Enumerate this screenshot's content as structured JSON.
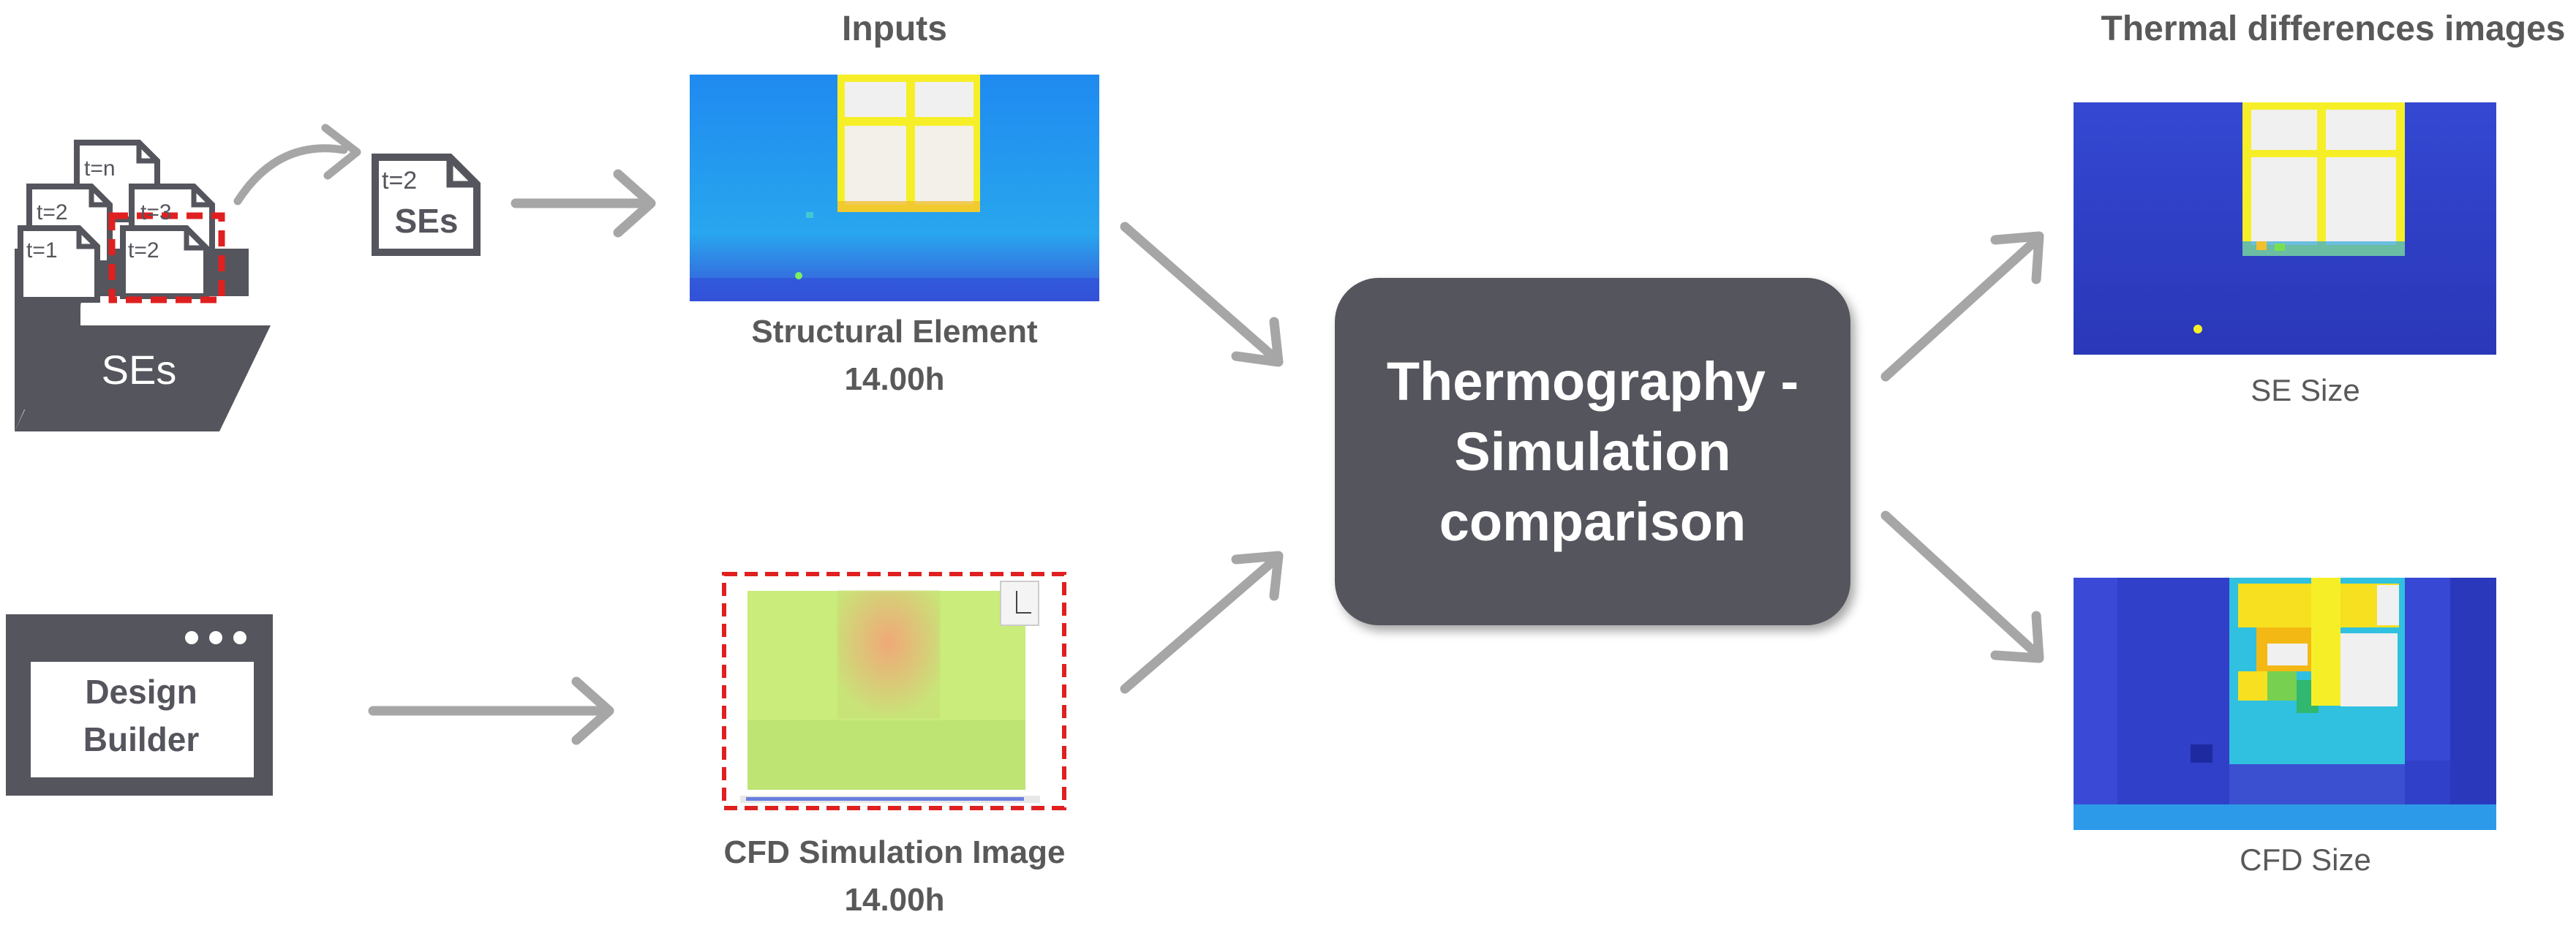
{
  "inputs_title": "Inputs",
  "outputs_title": "Thermal differences images",
  "folder": {
    "label": "SEs",
    "cards": [
      "t=n",
      "t=2",
      "t=3",
      "t=1",
      "t=2"
    ]
  },
  "single_file": {
    "tag": "t=2",
    "label": "SEs"
  },
  "design_builder": {
    "line1": "Design",
    "line2": "Builder"
  },
  "structural_element": {
    "title": "Structural Element",
    "time": "14.00h"
  },
  "cfd_image": {
    "title": "CFD Simulation Image",
    "time": "14.00h"
  },
  "process": {
    "line1": "Thermography -",
    "line2": "Simulation",
    "line3": "comparison"
  },
  "output_se": {
    "label": "SE Size"
  },
  "output_cfd": {
    "label": "CFD Size"
  },
  "colors": {
    "icon_dark": "#55555d",
    "arrow_gray": "#a6a6a6",
    "text_gray": "#595959",
    "dashed_red": "#e02020",
    "thermal_blue": "#2a8ff0",
    "thermal_yellow": "#f3f020",
    "output_blue": "#2b3fc8",
    "cfd_green": "#c8ec78"
  }
}
